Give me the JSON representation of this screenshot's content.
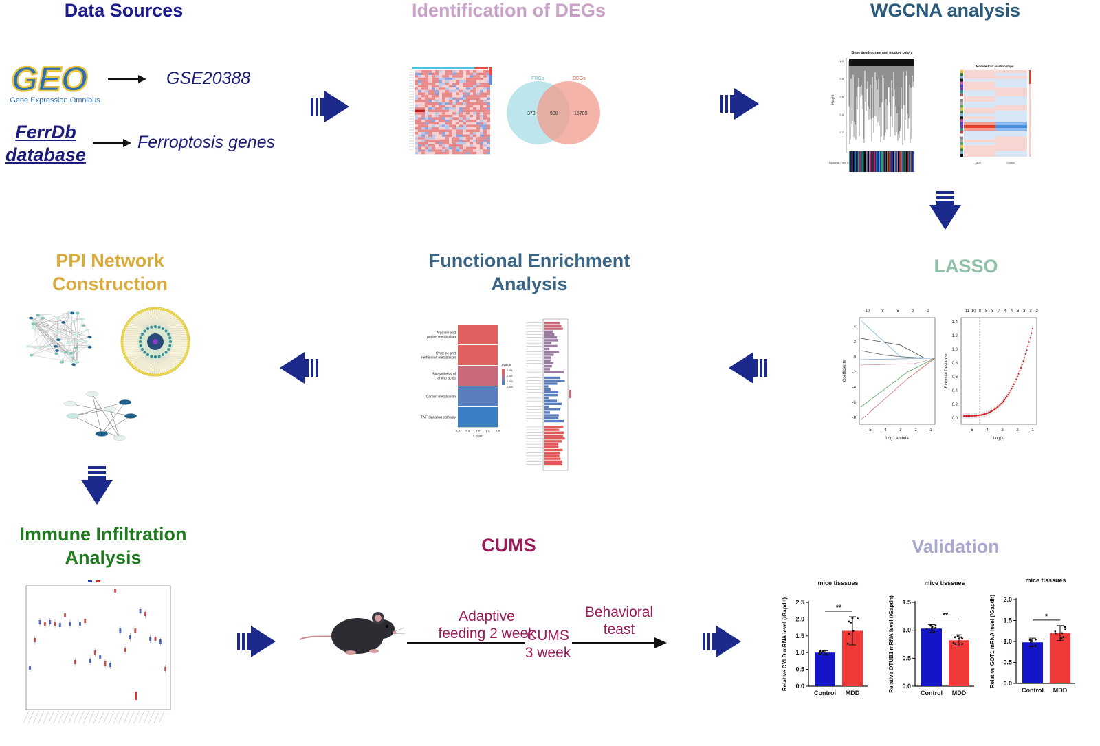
{
  "titles": {
    "data_sources": "Data Sources",
    "degs": "Identification of DEGs",
    "wgcna": "WGCNA analysis",
    "ppi_line1": "PPI Network",
    "ppi_line2": "Construction",
    "enrich_line1": "Functional Enrichment",
    "enrich_line2": "Analysis",
    "lasso": "LASSO",
    "immune_line1": "Immune Infiltration",
    "immune_line2": "Analysis",
    "cums": "CUMS",
    "validation": "Validation"
  },
  "colors": {
    "data_sources": "#1c1c8c",
    "degs": "#c9a2c8",
    "wgcna": "#2a5a7a",
    "ppi": "#d9a93a",
    "enrich": "#3a6585",
    "lasso": "#8fbfa6",
    "immune": "#1f7a1f",
    "cums": "#9b1b5a",
    "validation": "#a9a9cf",
    "arrow": "#1c2a8c",
    "control_bar": "#1414c8",
    "mdd_bar": "#f03a3a"
  },
  "data_sources": {
    "geo_logo": "GEO",
    "geo_caption": "Gene Expression Omnibus",
    "geo_dataset": "GSE20388",
    "ferrdb_line1": "FerrDb",
    "ferrdb_line2": "database",
    "ferrdb_result": "Ferroptosis genes"
  },
  "venn": {
    "left_label": "FRGs",
    "right_label": "DEGs",
    "left_only": "379",
    "overlap": "500",
    "right_only": "15789"
  },
  "wgcna": {
    "dendro_title": "Gene dendrogram and module colors",
    "height_label": "Height",
    "dynamic_label": "Dynamic Tree Cut",
    "heat_title": "Module-trait relationships",
    "col1": "MDD",
    "col2": "Control"
  },
  "lasso": {
    "left_top_ticks": [
      "10",
      "8",
      "5",
      "3",
      "2"
    ],
    "left_xlabel": "Log Lambda",
    "left_ylabel": "Coefficients",
    "left_xticks": [
      "-5",
      "-4",
      "-3",
      "-2",
      "-1"
    ],
    "left_yticks": [
      "4",
      "2",
      "0",
      "-2",
      "-4",
      "-6",
      "-8"
    ],
    "right_top_ticks": [
      "11",
      "10",
      "8",
      "8",
      "8",
      "7",
      "4",
      "4",
      "3",
      "3",
      "3",
      "2"
    ],
    "right_xlabel": "Log(λ)",
    "right_ylabel": "Binomial Deviance",
    "right_xticks": [
      "-5",
      "-4",
      "-3",
      "-2",
      "-1"
    ],
    "right_yticks": [
      "1.4",
      "1.2",
      "1.0",
      "0.8",
      "0.6",
      "0.4",
      "0.2",
      "0.0"
    ]
  },
  "enrichment": {
    "pathways": [
      "Arginine and proline metabolism",
      "Cysteine and methionine metabolism",
      "Biosynthesis of amino acids",
      "Carbon metabolism",
      "TNF signaling pathway"
    ],
    "xlabel": "Count",
    "xticks": [
      "0.0",
      "0.5",
      "1.0",
      "1.5",
      "2.0"
    ],
    "legend_title": "pvalue",
    "legend_ticks": [
      "0.001",
      "0.002",
      "0.003",
      "0.004"
    ]
  },
  "cums": {
    "step1_line1": "Adaptive",
    "step1_line2": "feeding 2 week",
    "step2_line1": "CUMS",
    "step2_line2": "3 week",
    "step3_line1": "Behavioral",
    "step3_line2": "teast"
  },
  "chart_data": [
    {
      "type": "bar",
      "title": "mice tisssues",
      "ylabel": "Relative CYLD mRNA level (/Gapdh)",
      "categories": [
        "Control",
        "MDD"
      ],
      "values": [
        1.0,
        1.65
      ],
      "errors": [
        0.06,
        0.42
      ],
      "ylim": [
        0,
        2.5
      ],
      "yticks": [
        "0.0",
        "0.5",
        "1.0",
        "1.5",
        "2.0",
        "2.5"
      ],
      "significance": "**"
    },
    {
      "type": "bar",
      "title": "mice tisssues",
      "ylabel": "Relative OTUB1 mRNA level (/Gapdh)",
      "categories": [
        "Control",
        "MDD"
      ],
      "values": [
        1.03,
        0.82
      ],
      "errors": [
        0.07,
        0.1
      ],
      "ylim": [
        0,
        1.5
      ],
      "yticks": [
        "0.0",
        "0.5",
        "1.0",
        "1.5"
      ],
      "significance": "**"
    },
    {
      "type": "bar",
      "title": "mice tisssues",
      "ylabel": "Relative GOT1 mRNA level (/Gapdh)",
      "categories": [
        "Control",
        "MDD"
      ],
      "values": [
        0.98,
        1.2
      ],
      "errors": [
        0.1,
        0.18
      ],
      "ylim": [
        0,
        2.0
      ],
      "yticks": [
        "0.0",
        "0.5",
        "1.0",
        "1.5",
        "2.0"
      ],
      "significance": "*"
    }
  ]
}
